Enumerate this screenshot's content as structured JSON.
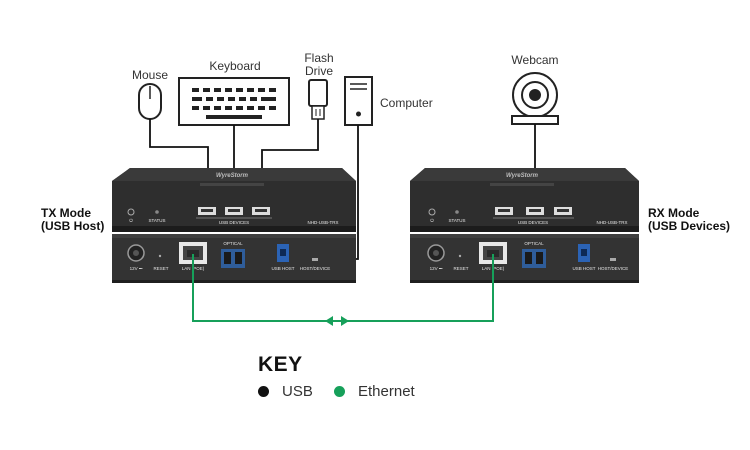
{
  "devices": {
    "mouse": "Mouse",
    "keyboard": "Keyboard",
    "flash_drive": "Flash\nDrive",
    "computer": "Computer",
    "webcam": "Webcam"
  },
  "tx": {
    "mode_line1": "TX Mode",
    "mode_line2": "(USB Host)",
    "brand": "WyreStorm",
    "model": "NHD-USB-TRX",
    "power": "⏻",
    "status": "STATUS",
    "usb_devices": "USB DEVICES",
    "dc": "12V ⎓",
    "reset": "RESET",
    "lan": "LAN (POE)",
    "optical": "OPTICAL",
    "usb_host": "USB HOST",
    "host_device": "HOST/DEVICE"
  },
  "rx": {
    "mode_line1": "RX Mode",
    "mode_line2": "(USB Devices)",
    "brand": "WyreStorm",
    "model": "NHD-USB-TRX",
    "power": "⏻",
    "status": "STATUS",
    "usb_devices": "USB DEVICES",
    "dc": "12V ⎓",
    "reset": "RESET",
    "lan": "LAN (POE)",
    "optical": "OPTICAL",
    "usb_host": "USB HOST",
    "host_device": "HOST/DEVICE"
  },
  "key": {
    "title": "KEY",
    "items": [
      {
        "label": "USB",
        "color": "#111111"
      },
      {
        "label": "Ethernet",
        "color": "#16a05a"
      }
    ]
  },
  "colors": {
    "usb_line": "#111111",
    "ethernet_line": "#16a05a",
    "device_body": "#2b2b2b"
  }
}
